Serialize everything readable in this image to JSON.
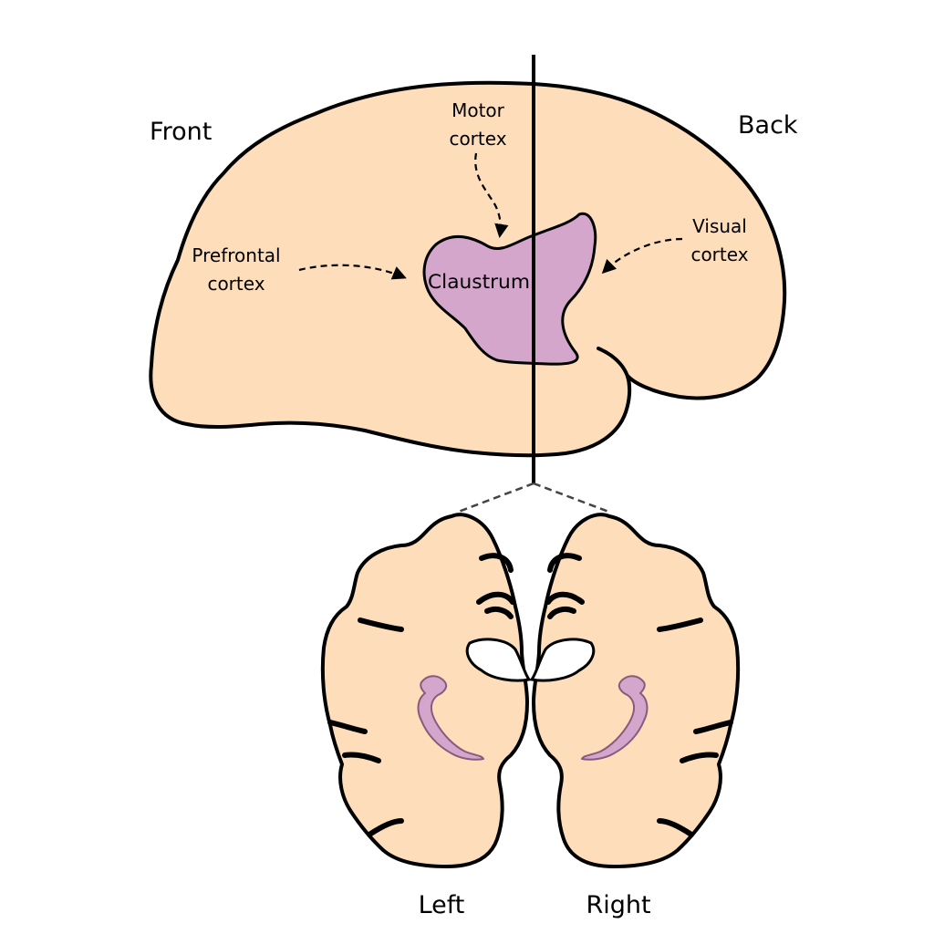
{
  "labels": {
    "front": "Front",
    "back": "Back",
    "motor_cortex_line1": "Motor",
    "motor_cortex_line2": "cortex",
    "prefrontal_cortex_line1": "Prefrontal",
    "prefrontal_cortex_line2": "cortex",
    "visual_cortex_line1": "Visual",
    "visual_cortex_line2": "cortex",
    "claustrum": "Claustrum",
    "left": "Left",
    "right": "Right"
  },
  "colors": {
    "brain_tissue": "#FDDDBA",
    "claustrum": "#D4A6CB",
    "claustrum_strip": "#D4A6CB",
    "outline": "#000000",
    "background": "#FFFFFF"
  }
}
